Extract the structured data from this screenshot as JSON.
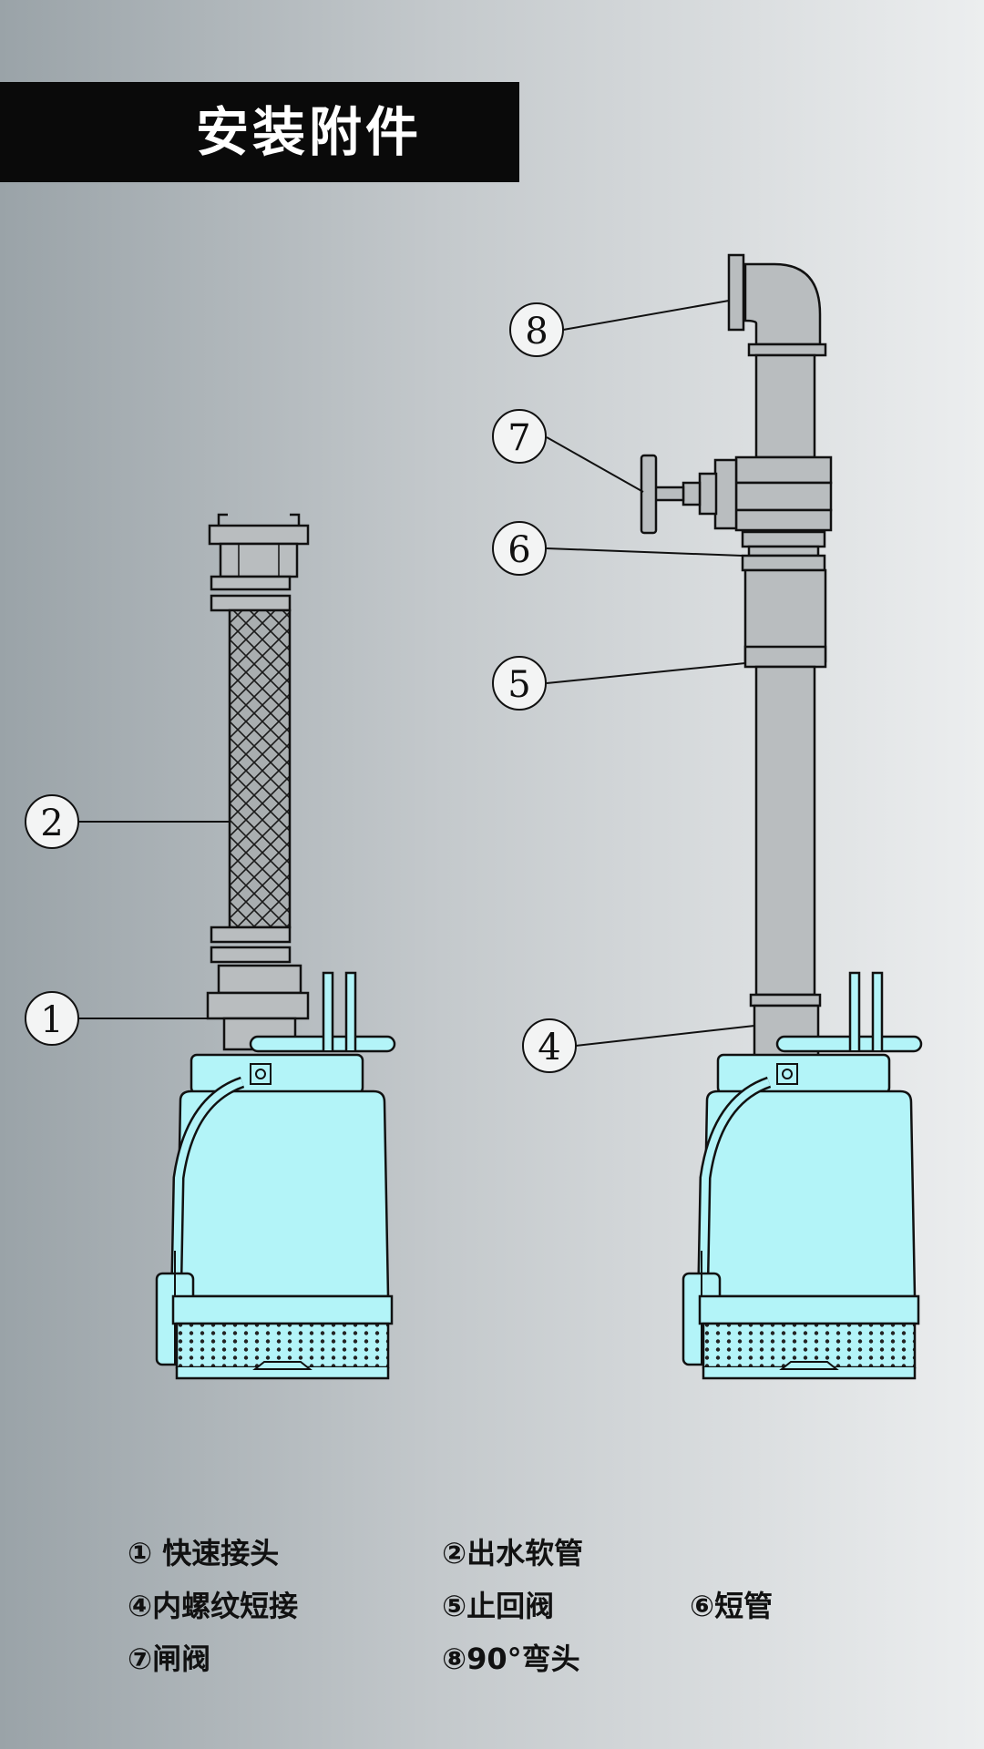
{
  "title": "安装附件",
  "callouts": [
    {
      "id": "c1",
      "num": "1"
    },
    {
      "id": "c2",
      "num": "2"
    },
    {
      "id": "c4",
      "num": "4"
    },
    {
      "id": "c5",
      "num": "5"
    },
    {
      "id": "c6",
      "num": "6"
    },
    {
      "id": "c7",
      "num": "7"
    },
    {
      "id": "c8",
      "num": "8"
    }
  ],
  "legend": [
    {
      "marker": "①",
      "label": " 快速接头"
    },
    {
      "marker": "②",
      "label": "出水软管"
    },
    {
      "marker": "④",
      "label": "内螺纹短接"
    },
    {
      "marker": "⑤",
      "label": "止回阀"
    },
    {
      "marker": "⑥",
      "label": "短管"
    },
    {
      "marker": "⑦",
      "label": "闸阀"
    },
    {
      "marker": "⑧",
      "label": "90°弯头"
    }
  ],
  "colors": {
    "pump_body": "#b3f4f8",
    "pipe_fill": "#b9bdbf",
    "outline": "#111111"
  }
}
